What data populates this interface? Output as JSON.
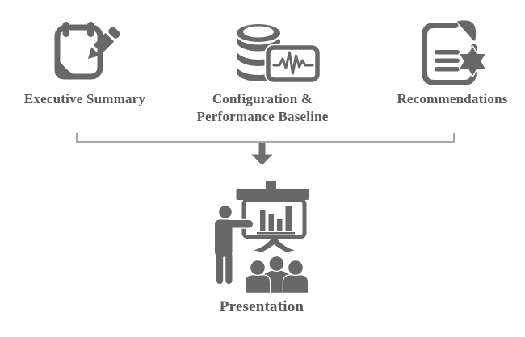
{
  "diagram": {
    "type": "flow-merge",
    "columns": [
      {
        "id": "executive-summary",
        "icon": "clipboard-pencil-icon",
        "lines": [
          "Executive Summary"
        ]
      },
      {
        "id": "configuration-performance-baseline",
        "icon": "database-monitor-icon",
        "lines": [
          "Configuration &",
          "Performance Baseline"
        ]
      },
      {
        "id": "recommendations",
        "icon": "document-star-icon",
        "lines": [
          "Recommendations"
        ]
      }
    ],
    "connector": {
      "shape": "bracket-with-down-arrow"
    },
    "result": {
      "id": "presentation",
      "icon": "presentation-audience-icon",
      "label": "Presentation"
    },
    "colors": {
      "icon": "#686868",
      "text": "#595959",
      "bracket": "#a9a9a9",
      "background": "#ffffff"
    }
  }
}
